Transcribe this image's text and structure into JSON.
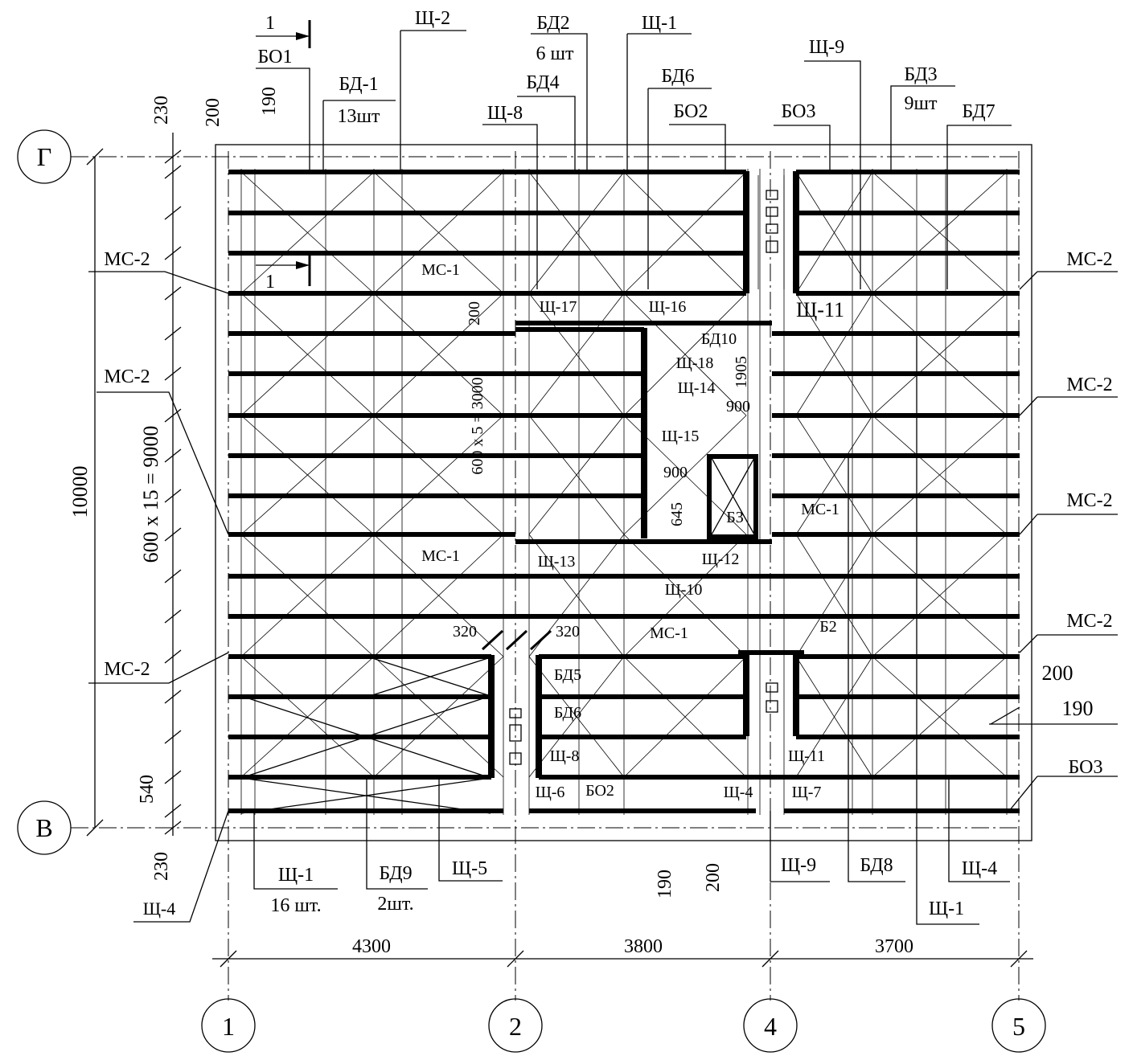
{
  "axes": {
    "rows": [
      {
        "id": "row-g",
        "label": "Г"
      },
      {
        "id": "row-v",
        "label": "В"
      }
    ],
    "columns": [
      {
        "id": "col-1",
        "label": "1"
      },
      {
        "id": "col-2",
        "label": "2"
      },
      {
        "id": "col-4",
        "label": "4"
      },
      {
        "id": "col-5",
        "label": "5"
      }
    ],
    "spans": [
      "4300",
      "3800",
      "3700"
    ]
  },
  "dimensions": {
    "overall_height": "10000",
    "joist_spacing": "600 x 15 = 9000",
    "top_230": "230",
    "top_200": "200",
    "top_190": "190",
    "bottom_540": "540",
    "bottom_230": "230",
    "right_200": "200",
    "right_190": "190",
    "bottom_190": "190",
    "bottom_200": "200",
    "stair_200": "200",
    "stair_spacing": "600 x 5 = 3000",
    "stair_1905": "1905",
    "stair_900_a": "900",
    "stair_900_b": "900",
    "stair_645": "645",
    "d320_a": "320",
    "d320_b": "320"
  },
  "section_marks": {
    "number_top": "1",
    "number_left": "1"
  },
  "callouts": {
    "top": [
      {
        "id": "bo1",
        "text": "БО1"
      },
      {
        "id": "bd1",
        "text": "БД-1"
      },
      {
        "id": "bd1_qty",
        "text": "13шт"
      },
      {
        "id": "shch2",
        "text": "Щ-2"
      },
      {
        "id": "bd2",
        "text": "БД2"
      },
      {
        "id": "bd2_qty",
        "text": "6 шт"
      },
      {
        "id": "bd4",
        "text": "БД4"
      },
      {
        "id": "shch8",
        "text": "Щ-8"
      },
      {
        "id": "shch1",
        "text": "Щ-1"
      },
      {
        "id": "bd6",
        "text": "БД6"
      },
      {
        "id": "bo2",
        "text": "БО2"
      },
      {
        "id": "shch9",
        "text": "Щ-9"
      },
      {
        "id": "bo3",
        "text": "БО3"
      },
      {
        "id": "bd3",
        "text": "БД3"
      },
      {
        "id": "bd3_qty",
        "text": "9шт"
      },
      {
        "id": "bd7",
        "text": "БД7"
      }
    ],
    "left": [
      "МС-2",
      "МС-2",
      "МС-2"
    ],
    "right": [
      "МС-2",
      "МС-2",
      "МС-2",
      "МС-2"
    ],
    "right_bottom": "БО3",
    "bottom": [
      {
        "id": "shch4_left",
        "text": "Щ-4"
      },
      {
        "id": "shch1_bottom",
        "text": "Щ-1"
      },
      {
        "id": "shch1_bottom_qty",
        "text": "16 шт."
      },
      {
        "id": "bd9",
        "text": "БД9"
      },
      {
        "id": "bd9_qty",
        "text": "2шт."
      },
      {
        "id": "shch5",
        "text": "Щ-5"
      },
      {
        "id": "shch9_bottom",
        "text": "Щ-9"
      },
      {
        "id": "bd8",
        "text": "БД8"
      },
      {
        "id": "shch4_bottom",
        "text": "Щ-4"
      },
      {
        "id": "shch1_bottom_right",
        "text": "Щ-1"
      }
    ]
  },
  "inner_labels": {
    "ms1_top": "МС-1",
    "shch17": "Щ-17",
    "shch16": "Щ-16",
    "shch11_top": "Щ-11",
    "bd10": "БД10",
    "shch18": "Щ-18",
    "shch14": "Щ-14",
    "shch15": "Щ-15",
    "b3": "Б3",
    "ms1_right": "МС-1",
    "ms1_left": "МС-1",
    "shch13": "Щ-13",
    "shch12": "Щ-12",
    "shch10": "Щ-10",
    "ms1_bottom": "МС-1",
    "b2": "Б2",
    "bd5": "БД5",
    "bd6_bottom": "БД6",
    "shch8_bottom": "Щ-8",
    "shch11_bottom": "Щ-11",
    "shch6": "Щ-6",
    "bo2_bottom": "БО2",
    "shch4_inner": "Щ-4",
    "shch7": "Щ-7"
  }
}
